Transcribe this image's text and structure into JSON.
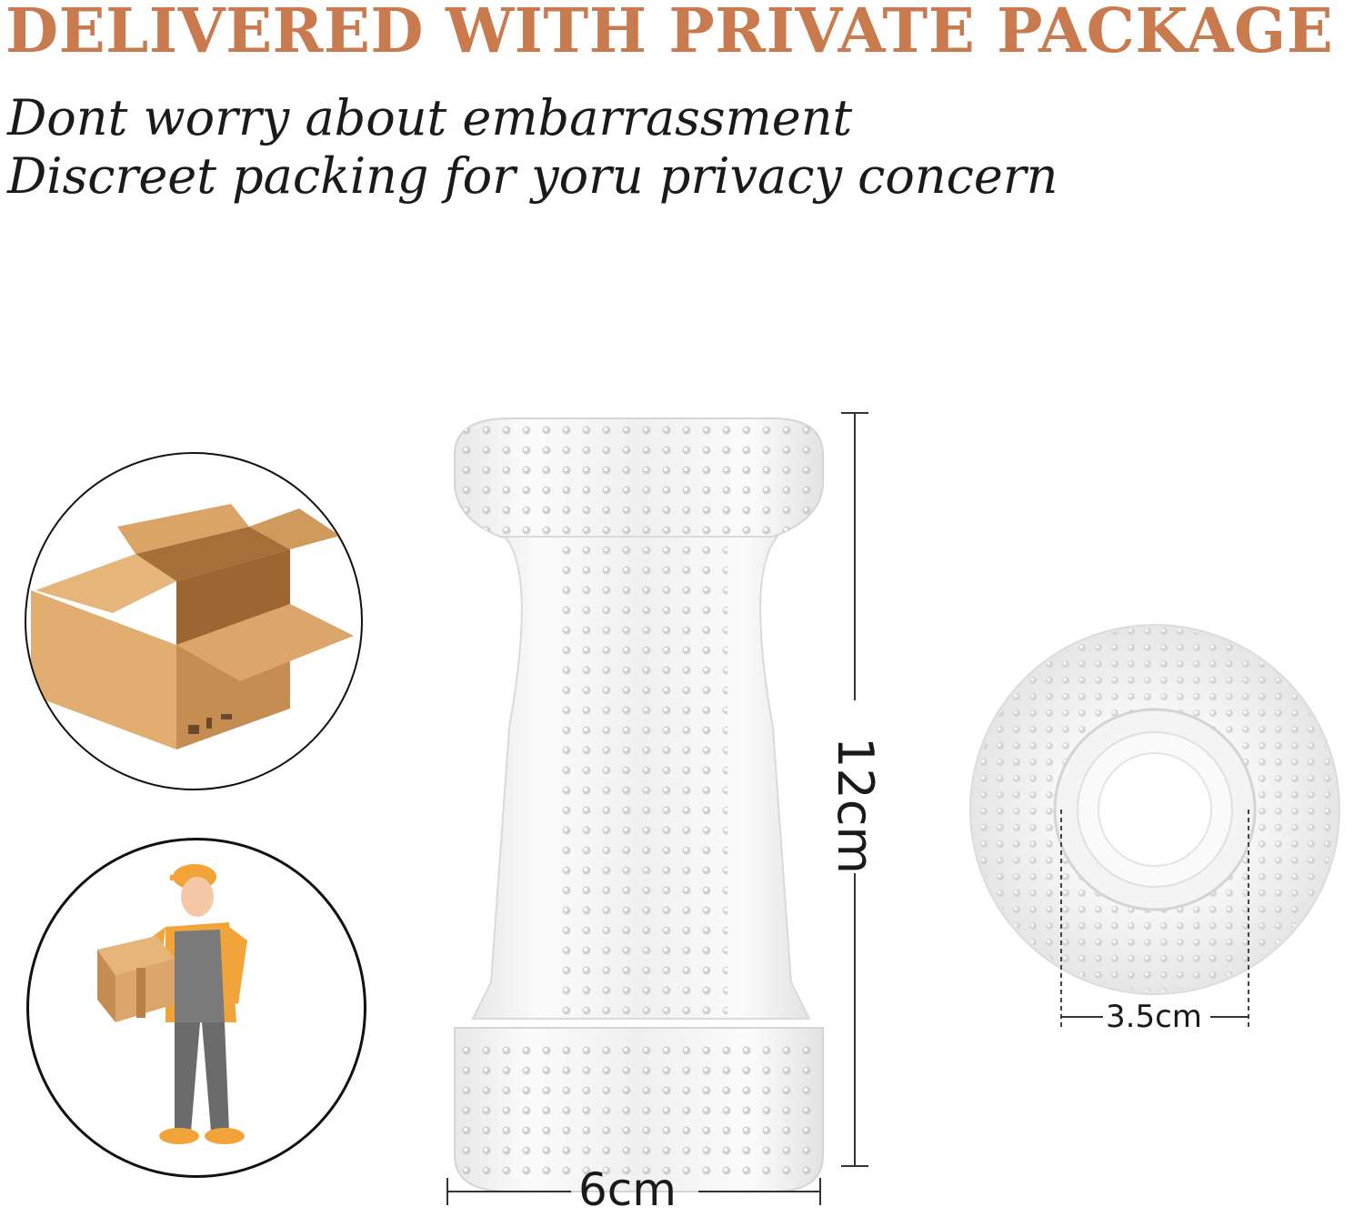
{
  "headline": "DELIVERED WITH PRIVATE PACKAGE",
  "tagline": {
    "line1": "Dont worry about embarrassment",
    "line2": "Discreet packing for yoru privacy concern"
  },
  "dimensions": {
    "width": "6cm",
    "height": "12cm",
    "inner_diameter": "3.5cm"
  },
  "illustrations": {
    "box_icon": "cardboard-box-icon",
    "courier_icon": "delivery-person-icon"
  },
  "colors": {
    "headline": "#c97b4f",
    "box": "#d8a66a",
    "box_dark": "#b97f45",
    "courier_shirt": "#f2a43a",
    "courier_pants": "#6b6b6b"
  }
}
